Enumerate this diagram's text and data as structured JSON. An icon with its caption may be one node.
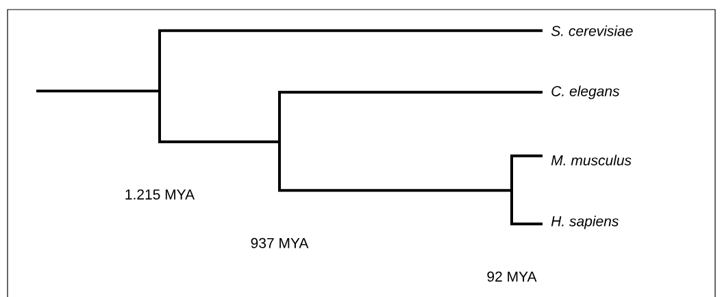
{
  "diagram": {
    "nodes": [
      {
        "text": [],
        "shape": "bar",
        "beside": [
          "1.215 MYA"
        ]
      },
      {
        "text": [],
        "shape": "bar",
        "beside": [
          "937 MYA"
        ]
      },
      {
        "text": [],
        "shape": "bar",
        "beside": [
          "92 MYA"
        ]
      },
      {
        "text": [
          "S. cerevisiae"
        ]
      },
      {
        "text": [
          "C. elegans"
        ]
      },
      {
        "text": [
          "M. musculus"
        ]
      },
      {
        "text": [
          "H. sapiens"
        ]
      }
    ],
    "edges": [
      {
        "from": null,
        "to": 0,
        "arrow": "none"
      },
      {
        "from": 0,
        "to": 3,
        "arrow": "none"
      },
      {
        "from": 0,
        "to": 1,
        "arrow": "none"
      },
      {
        "from": 1,
        "to": 4,
        "arrow": "none"
      },
      {
        "from": 1,
        "to": 2,
        "arrow": "none"
      },
      {
        "from": 2,
        "to": 5,
        "arrow": "none"
      },
      {
        "from": 2,
        "to": 6,
        "arrow": "none"
      }
    ]
  }
}
